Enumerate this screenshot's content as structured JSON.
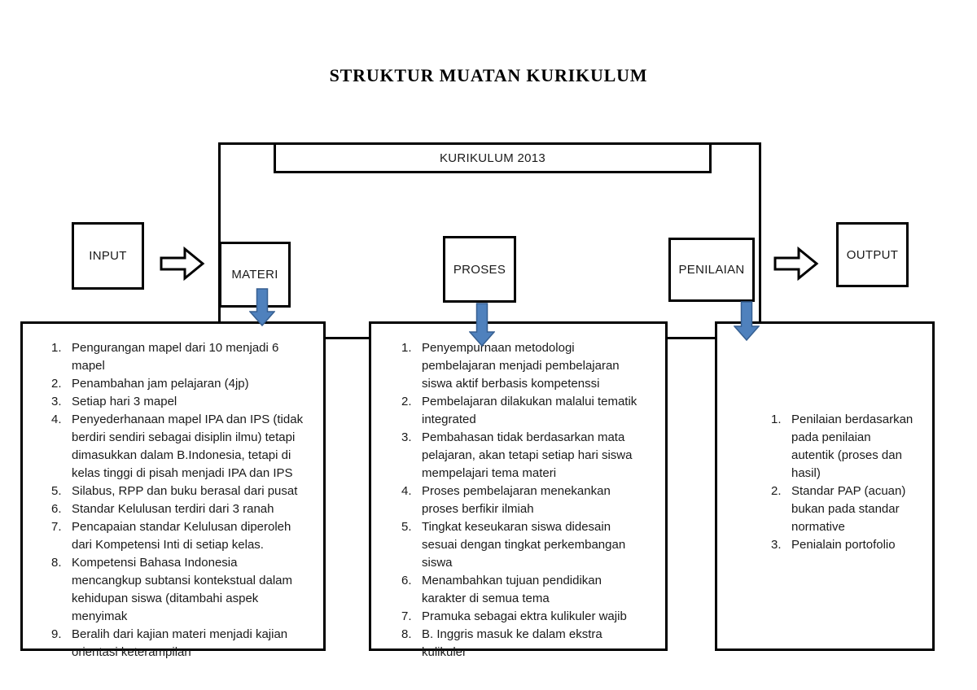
{
  "title": "STRUKTUR MUATAN KURIKULUM",
  "top_box": {
    "label": "KURIKULUM 2013"
  },
  "flow": {
    "input_label": "INPUT",
    "materi_label": "MATERI",
    "proses_label": "PROSES",
    "penilaian_label": "PENILAIAN",
    "output_label": "OUTPUT"
  },
  "colors": {
    "background": "#ffffff",
    "line": "#000000",
    "arrow_fill": "#4f81bd",
    "arrow_stroke": "#365f91"
  },
  "materi_items": [
    "Pengurangan mapel dari 10 menjadi 6 mapel",
    "Penambahan jam pelajaran (4jp)",
    "Setiap hari 3 mapel",
    "Penyederhanaan mapel IPA dan IPS (tidak berdiri sendiri sebagai disiplin ilmu) tetapi dimasukkan dalam B.Indonesia, tetapi di kelas tinggi di pisah menjadi IPA dan IPS",
    "Silabus, RPP dan buku berasal dari pusat",
    "Standar Kelulusan terdiri dari 3 ranah",
    "Pencapaian standar Kelulusan diperoleh dari Kompetensi Inti di setiap kelas.",
    "Kompetensi Bahasa Indonesia mencangkup subtansi kontekstual dalam kehidupan siswa (ditambahi aspek menyimak",
    "Beralih dari kajian materi menjadi kajian orientasi keterampilan"
  ],
  "proses_items": [
    "Penyempurnaan metodologi pembelajaran menjadi pembelajaran siswa aktif berbasis kompetenssi",
    "Pembelajaran dilakukan malalui tematik integrated",
    "Pembahasan tidak berdasarkan mata pelajaran, akan tetapi setiap hari siswa mempelajari tema materi",
    "Proses pembelajaran menekankan proses berfikir ilmiah",
    "Tingkat keseukaran siswa didesain sesuai dengan tingkat perkembangan siswa",
    "Menambahkan tujuan pendidikan karakter di semua tema",
    "Pramuka sebagai ektra kulikuler wajib",
    "B. Inggris masuk ke dalam ekstra kulikuler"
  ],
  "penilaian_items": [
    "Penilaian berdasarkan pada penilaian autentik (proses dan hasil)",
    "Standar PAP (acuan) bukan pada standar normative",
    "Penialain portofolio"
  ]
}
